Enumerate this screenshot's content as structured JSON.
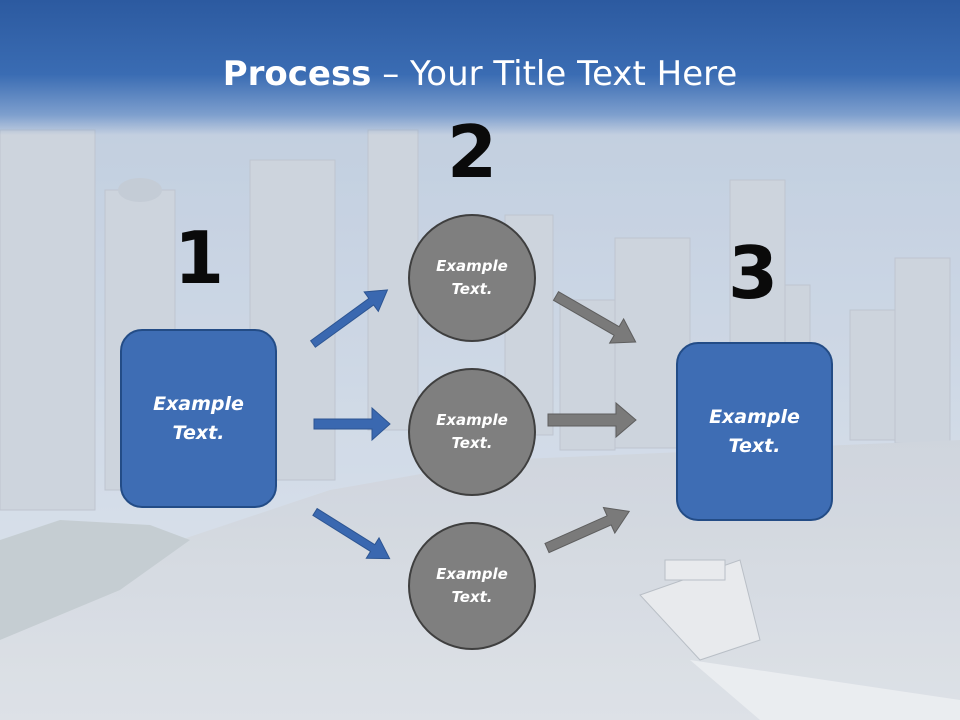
{
  "slide": {
    "title_bold": "Process",
    "title_rest": " – Your Title Text Here"
  },
  "steps": {
    "step1": {
      "number": "1",
      "text": "Example Text."
    },
    "step2": {
      "number": "2",
      "circles": [
        {
          "text": "Example Text."
        },
        {
          "text": "Example Text."
        },
        {
          "text": "Example Text."
        }
      ]
    },
    "step3": {
      "number": "3",
      "text": "Example Text."
    }
  },
  "colors": {
    "header": "#2c5aa0",
    "box_fill": "#3e6db4",
    "circle_fill": "#7f7f7f",
    "blue_arrow": "#3a68b0",
    "gray_arrow": "#7a7a7a"
  }
}
